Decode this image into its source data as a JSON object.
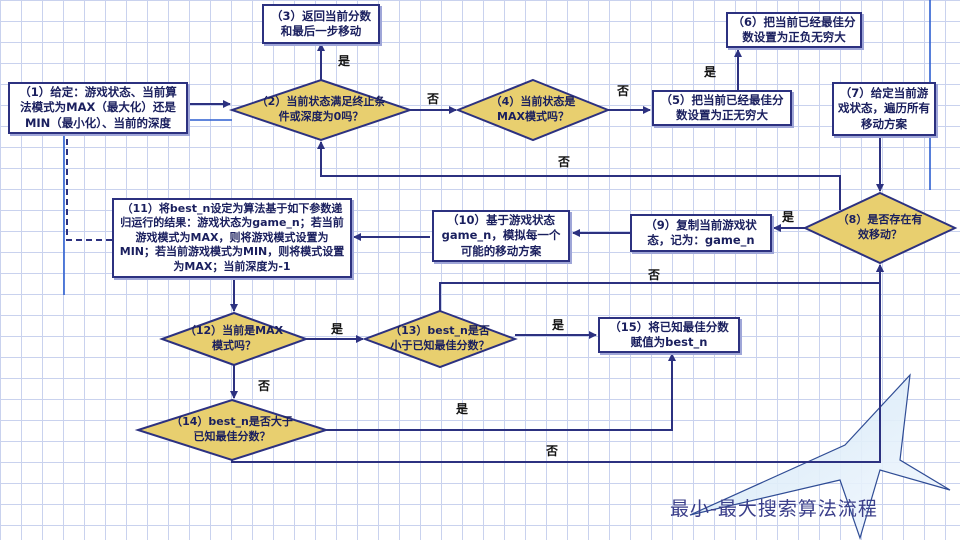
{
  "title": "最小-最大搜索算法流程",
  "nodes": {
    "n1": "（1）给定：游戏状态、当前算法模式为MAX（最大化）还是MIN（最小化）、当前的深度",
    "n2": "（2）当前状态满足终止条件或深度为0吗？",
    "n3": "（3）返回当前分数和最后一步移动",
    "n4": "（4）当前状态是MAX模式吗？",
    "n5": "（5）把当前已经最佳分数设置为正无穷大",
    "n6": "（6）把当前已经最佳分数设置为正负无穷大",
    "n7": "（7）给定当前游戏状态，遍历所有移动方案",
    "n8": "（8）是否存在有效移动？",
    "n9": "（9）复制当前游戏状态，记为：game_n",
    "n10": "（10）基于游戏状态game_n，模拟每一个可能的移动方案",
    "n11": "（11）将best_n设定为算法基于如下参数递归运行的结果：游戏状态为game_n；若当前游戏模式为MAX，则将游戏模式设置为MIN；若当前游戏模式为MIN，则将模式设置为MAX；当前深度为-1",
    "n12": "（12）当前是MAX模式吗？",
    "n13": "（13）best_n是否小于已知最佳分数？",
    "n14": "（14）best_n是否大于已知最佳分数？",
    "n15": "（15）将已知最佳分数赋值为best_n"
  },
  "edge_labels": {
    "n2_yes": "是",
    "n2_no": "否",
    "n4_no": "否",
    "n4_yes": "是",
    "n8_no": "否",
    "n8_yes": "是",
    "n12_yes": "是",
    "n12_no": "否",
    "n13_yes": "是",
    "n13_no": "否",
    "n14_yes": "是",
    "n14_no": "否"
  },
  "colors": {
    "decision_fill": "#e8cf6f",
    "box_border": "#2c3180",
    "line": "#2c3180",
    "grid": "#c9d2ee"
  }
}
